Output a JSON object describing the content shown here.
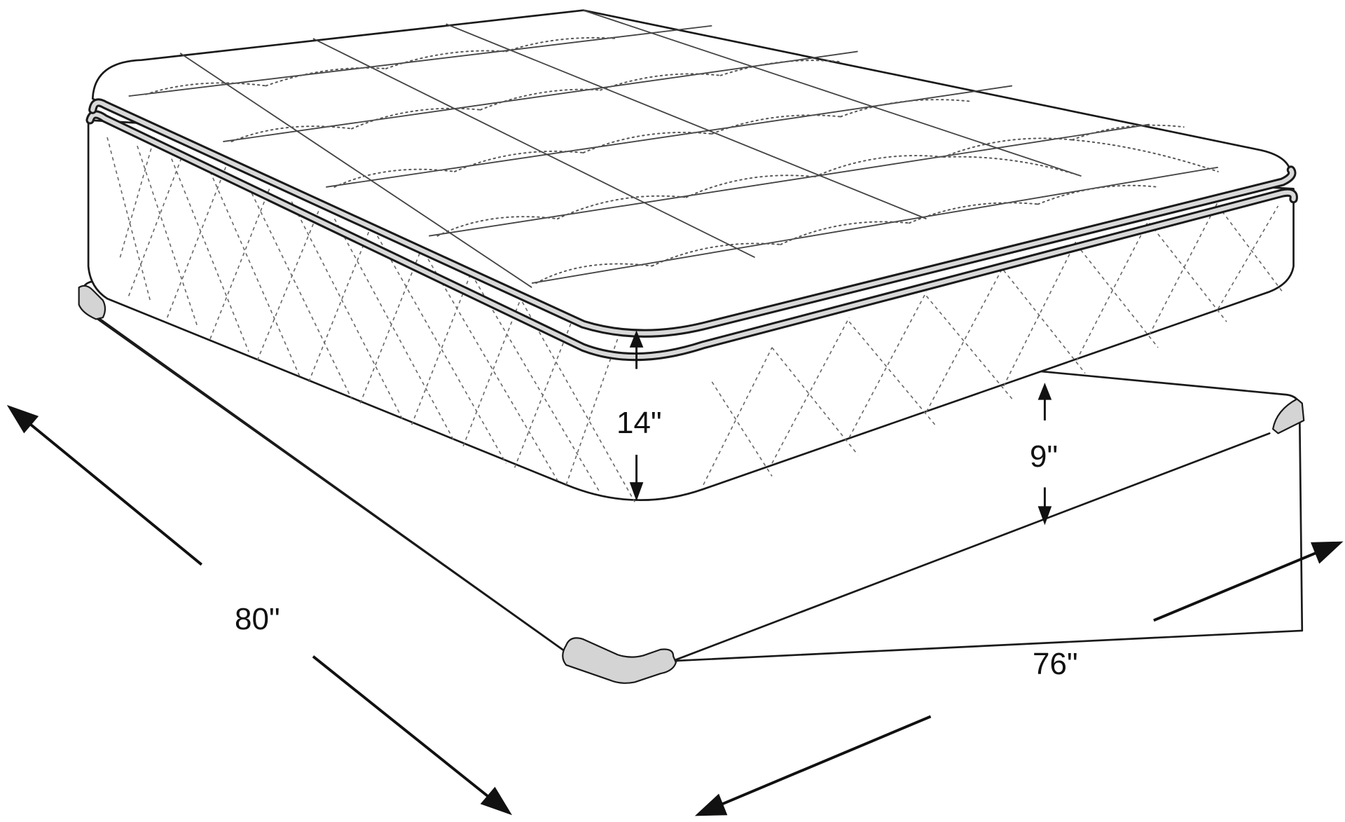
{
  "diagram": {
    "subject": "Pillow-top mattress on box spring foundation",
    "colors": {
      "line": "#1a1a1a",
      "corner_guard_fill": "#d4d4d4",
      "piping_fill": "#d9d9d9",
      "background": "#ffffff"
    },
    "dimensions": {
      "length": {
        "label": "80\"",
        "value": 80,
        "unit": "in",
        "axis": "depth"
      },
      "width": {
        "label": "76\"",
        "value": 76,
        "unit": "in",
        "axis": "width"
      },
      "mattress_height": {
        "label": "14\"",
        "value": 14,
        "unit": "in",
        "axis": "height"
      },
      "foundation_height": {
        "label": "9\"",
        "value": 9,
        "unit": "in",
        "axis": "height"
      }
    },
    "components": [
      {
        "name": "Pillow top",
        "detail": "quilted grid with dotted arc stitching"
      },
      {
        "name": "Mattress border",
        "detail": "diamond quilted side panel"
      },
      {
        "name": "Box spring",
        "detail": "plain panel with grey corner guards"
      }
    ]
  }
}
